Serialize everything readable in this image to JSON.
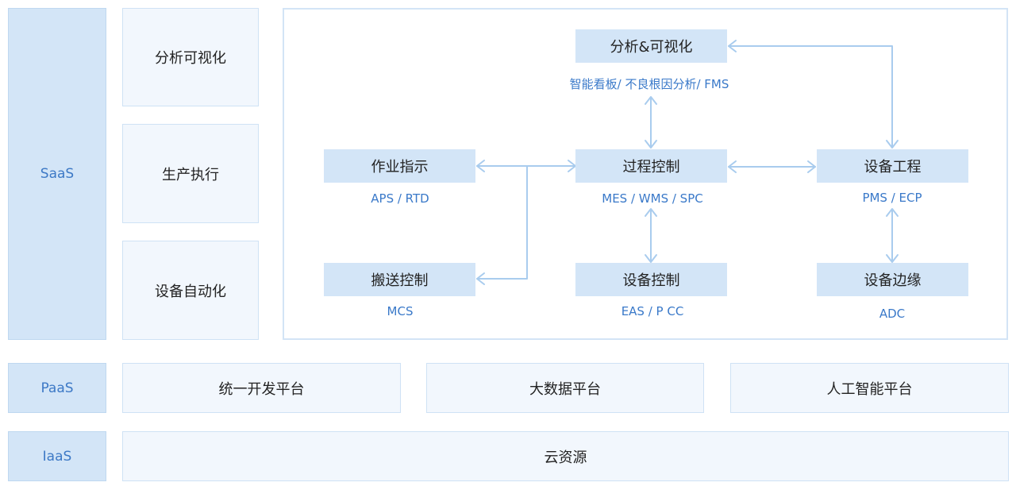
{
  "layers": {
    "saas": "SaaS",
    "paas": "PaaS",
    "iaas": "IaaS"
  },
  "saas_categories": [
    "分析可视化",
    "生产执行",
    "设备自动化"
  ],
  "nodes": {
    "analysis": {
      "label": "分析&可视化",
      "sub": "智能看板/  不良根因分析/ FMS"
    },
    "work": {
      "label": "作业指示",
      "sub": "APS / RTD"
    },
    "process": {
      "label": "过程控制",
      "sub": "MES / WMS / SPC"
    },
    "equip_eng": {
      "label": "设备工程",
      "sub": "PMS / ECP"
    },
    "transport": {
      "label": "搬送控制",
      "sub": "MCS"
    },
    "equip_ctrl": {
      "label": "设备控制",
      "sub": "EAS / P  CC"
    },
    "equip_edge": {
      "label": "设备边缘",
      "sub": "ADC"
    }
  },
  "paas_platforms": [
    "统一开发平台",
    "大数据平台",
    "人工智能平台"
  ],
  "iaas_resource": "云资源",
  "colors": {
    "layer_fill": "#d3e5f7",
    "layer_text": "#3d79c6",
    "node_fill": "#d3e5f7",
    "sub_text": "#3a79c9",
    "arrow": "#a9ccee"
  }
}
